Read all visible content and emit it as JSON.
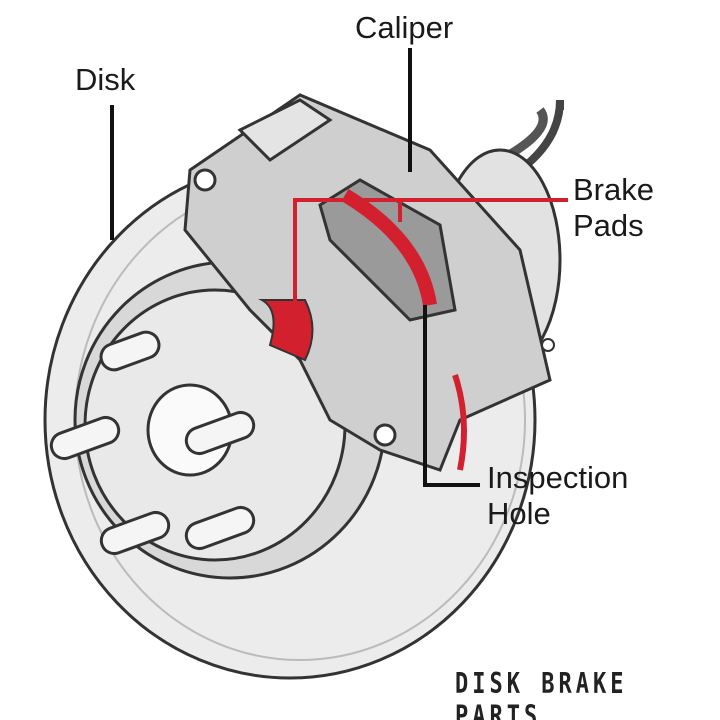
{
  "labels": {
    "disk": "Disk",
    "caliper": "Caliper",
    "brake_pads_line1": "Brake",
    "brake_pads_line2": "Pads",
    "inspection_hole_line1": "Inspection",
    "inspection_hole_line2": "Hole"
  },
  "watermark": "DISK BRAKE PARTS",
  "colors": {
    "highlight": "#d3202f",
    "leader": "#111111",
    "part_gray": "#cfcfcf"
  }
}
